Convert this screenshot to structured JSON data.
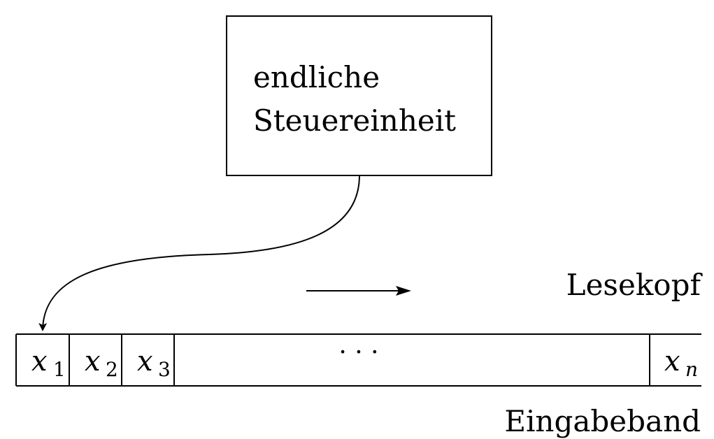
{
  "control_unit": {
    "line1": "endliche",
    "line2": "Steuereinheit"
  },
  "read_head": {
    "label": "Lesekopf"
  },
  "tape": {
    "label": "Eingabeband",
    "cells": [
      {
        "var": "x",
        "sub": "1"
      },
      {
        "var": "x",
        "sub": "2"
      },
      {
        "var": "x",
        "sub": "3"
      }
    ],
    "ellipsis": "· · ·",
    "last_cell": {
      "var": "x",
      "sub": "n"
    }
  },
  "colors": {
    "stroke": "#000000",
    "background": "#ffffff"
  }
}
